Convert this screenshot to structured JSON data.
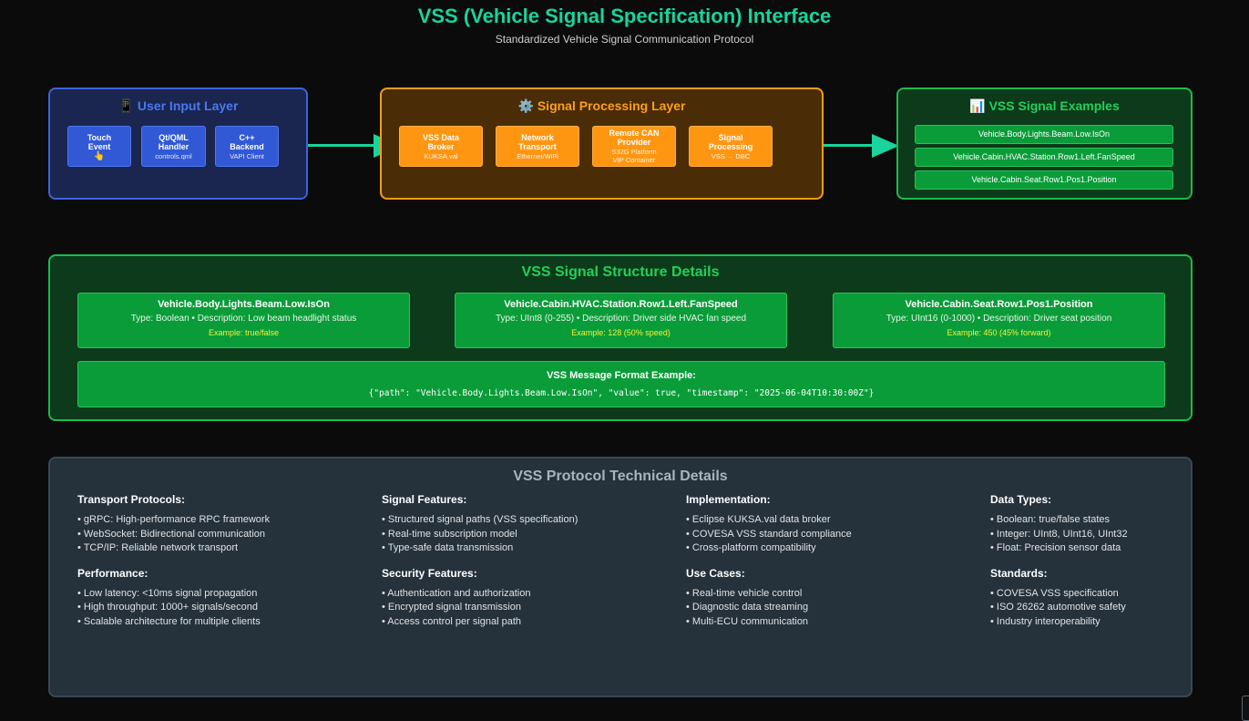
{
  "header": {
    "title": "VSS (Vehicle Signal Specification) Interface",
    "subtitle": "Standardized Vehicle Signal Communication Protocol"
  },
  "input_layer": {
    "title": "📱 User Input Layer",
    "boxes": [
      {
        "title": "Touch Event",
        "sub": "👆"
      },
      {
        "title": "Qt/QML Handler",
        "sub": "controls.qml"
      },
      {
        "title": "C++ Backend",
        "sub": "VAPI Client"
      }
    ]
  },
  "processing_layer": {
    "title": "⚙️ Signal Processing Layer",
    "boxes": [
      {
        "title": "VSS Data Broker",
        "sub": "KUKSA.val"
      },
      {
        "title": "Network Transport",
        "sub": "Ethernet/WiFi"
      },
      {
        "title": "Remote CAN Provider",
        "sub": "S32G Platform VIP Container"
      },
      {
        "title": "Signal Processing",
        "sub": "VSS → DBC"
      }
    ]
  },
  "signal_examples": {
    "title": "📊 VSS Signal Examples",
    "items": [
      "Vehicle.Body.Lights.Beam.Low.IsOn",
      "Vehicle.Cabin.HVAC.Station.Row1.Left.FanSpeed",
      "Vehicle.Cabin.Seat.Row1.Pos1.Position"
    ]
  },
  "structure": {
    "title": "VSS Signal Structure Details",
    "cards": [
      {
        "path": "Vehicle.Body.Lights.Beam.Low.IsOn",
        "desc": "Type: Boolean • Description: Low beam headlight status",
        "example": "Example: true/false"
      },
      {
        "path": "Vehicle.Cabin.HVAC.Station.Row1.Left.FanSpeed",
        "desc": "Type: UInt8 (0-255) • Description: Driver side HVAC fan speed",
        "example": "Example: 128 (50% speed)"
      },
      {
        "path": "Vehicle.Cabin.Seat.Row1.Pos1.Position",
        "desc": "Type: UInt16 (0-1000) • Description: Driver seat position",
        "example": "Example: 450 (45% forward)"
      }
    ],
    "message_format": {
      "title": "VSS Message Format Example:",
      "code": "{\"path\": \"Vehicle.Body.Lights.Beam.Low.IsOn\", \"value\": true, \"timestamp\": \"2025-06-04T10:30:00Z\"}"
    }
  },
  "tech": {
    "title": "VSS Protocol Technical Details",
    "columns": [
      {
        "sections": [
          {
            "heading": "Transport Protocols:",
            "items": [
              "• gRPC: High-performance RPC framework",
              "• WebSocket: Bidirectional communication",
              "• TCP/IP: Reliable network transport"
            ]
          },
          {
            "heading": "Performance:",
            "items": [
              "• Low latency: <10ms signal propagation",
              "• High throughput: 1000+ signals/second",
              "• Scalable architecture for multiple clients"
            ]
          }
        ]
      },
      {
        "sections": [
          {
            "heading": "Signal Features:",
            "items": [
              "• Structured signal paths (VSS specification)",
              "• Real-time subscription model",
              "• Type-safe data transmission"
            ]
          },
          {
            "heading": "Security Features:",
            "items": [
              "• Authentication and authorization",
              "• Encrypted signal transmission",
              "• Access control per signal path"
            ]
          }
        ]
      },
      {
        "sections": [
          {
            "heading": "Implementation:",
            "items": [
              "• Eclipse KUKSA.val data broker",
              "• COVESA VSS standard compliance",
              "• Cross-platform compatibility"
            ]
          },
          {
            "heading": "Use Cases:",
            "items": [
              "• Real-time vehicle control",
              "• Diagnostic data streaming",
              "• Multi-ECU communication"
            ]
          }
        ]
      },
      {
        "sections": [
          {
            "heading": "Data Types:",
            "items": [
              "• Boolean: true/false states",
              "• Integer: UInt8, UInt16, UInt32",
              "• Float: Precision sensor data"
            ]
          },
          {
            "heading": "Standards:",
            "items": [
              "• COVESA VSS specification",
              "• ISO 26262 automotive safety",
              "• Industry interoperability"
            ]
          }
        ]
      }
    ]
  },
  "colors": {
    "accent": "#19d49c",
    "input": "#3159d6",
    "processing": "#ff9612",
    "signals": "#0a9c39",
    "arrow": "#19d49c"
  }
}
